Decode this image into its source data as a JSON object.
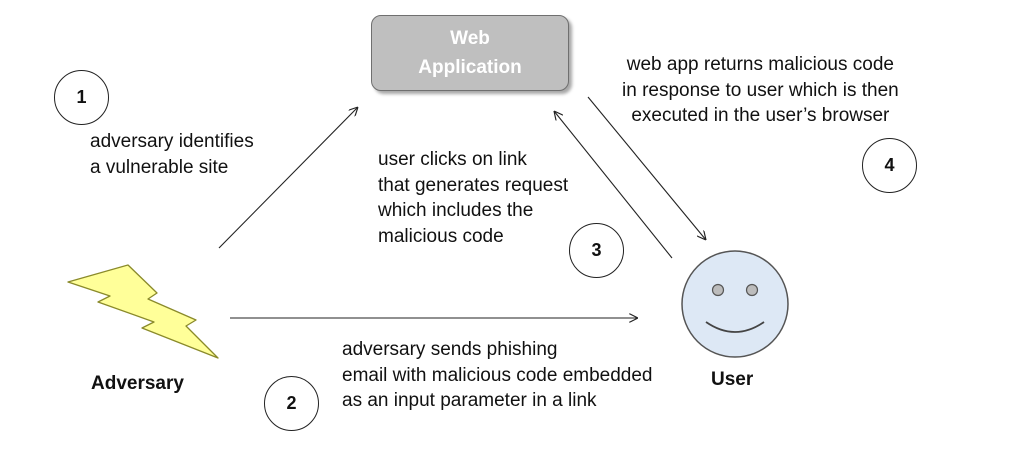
{
  "web_app": {
    "line1": "Web",
    "line2": "Application"
  },
  "steps": {
    "s1": "1",
    "s2": "2",
    "s3": "3",
    "s4": "4"
  },
  "texts": {
    "step1": [
      "adversary identifies",
      "a vulnerable site"
    ],
    "step2": [
      "adversary sends phishing",
      "email with malicious code embedded",
      "as an input parameter in a link"
    ],
    "step3": [
      "user clicks on link",
      "that generates request",
      "which includes the",
      "malicious code"
    ],
    "step4": [
      "web app returns malicious code",
      "in response to user which is then",
      "executed in the user’s browser"
    ]
  },
  "actors": {
    "adversary": "Adversary",
    "user": "User"
  },
  "colors": {
    "lightning_fill": "#ffff99",
    "lightning_stroke": "#8a8a2a",
    "face_fill": "#dde8f5",
    "box_fill": "#bfbfbf"
  }
}
